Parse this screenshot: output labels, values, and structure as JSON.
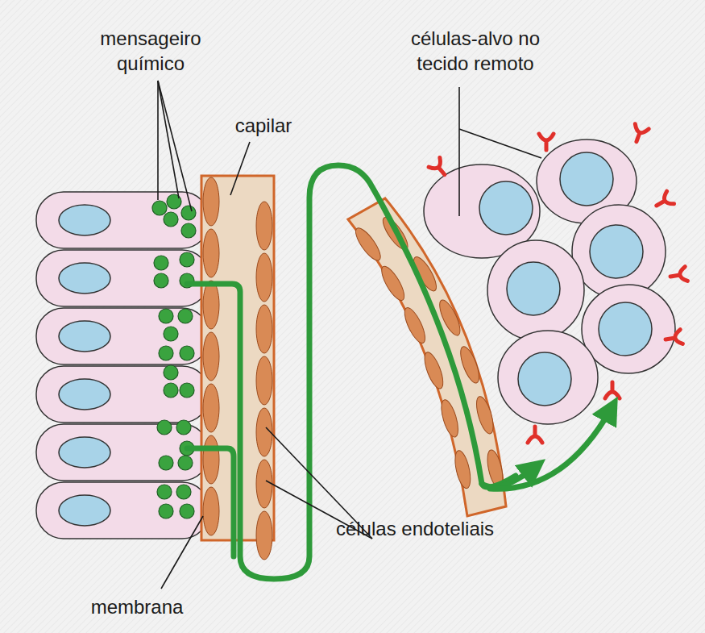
{
  "diagram": {
    "labels": [
      "mensageiro químico",
      "capilar",
      "células-alvo no tecido remoto",
      "células endoteliais",
      "membrana"
    ]
  }
}
